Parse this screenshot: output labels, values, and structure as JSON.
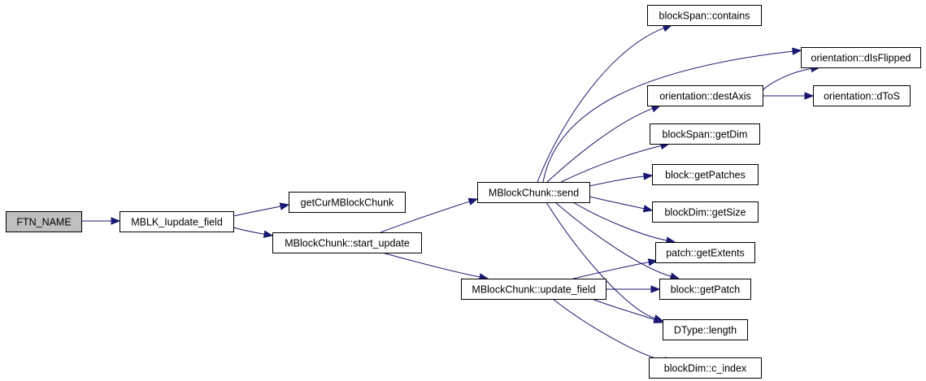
{
  "diagram": {
    "nodes": [
      {
        "id": "ftn_name",
        "label": "FTN_NAME",
        "highlight": true
      },
      {
        "id": "mblk_iupdate_field",
        "label": "MBLK_Iupdate_field"
      },
      {
        "id": "getcurmblockchunk",
        "label": "getCurMBlockChunk"
      },
      {
        "id": "start_update",
        "label": "MBlockChunk::start_update"
      },
      {
        "id": "send",
        "label": "MBlockChunk::send"
      },
      {
        "id": "update_field",
        "label": "MBlockChunk::update_field"
      },
      {
        "id": "contains",
        "label": "blockSpan::contains"
      },
      {
        "id": "dlsflipped",
        "label": "orientation::dIsFlipped"
      },
      {
        "id": "destaxis",
        "label": "orientation::destAxis"
      },
      {
        "id": "dtos",
        "label": "orientation::dToS"
      },
      {
        "id": "getdim",
        "label": "blockSpan::getDim"
      },
      {
        "id": "getpatches",
        "label": "block::getPatches"
      },
      {
        "id": "getsize",
        "label": "blockDim::getSize"
      },
      {
        "id": "getextents",
        "label": "patch::getExtents"
      },
      {
        "id": "getpatch",
        "label": "block::getPatch"
      },
      {
        "id": "length",
        "label": "DType::length"
      },
      {
        "id": "c_index",
        "label": "blockDim::c_index"
      }
    ],
    "edges": [
      {
        "from": "ftn_name",
        "to": "mblk_iupdate_field"
      },
      {
        "from": "mblk_iupdate_field",
        "to": "getcurmblockchunk"
      },
      {
        "from": "mblk_iupdate_field",
        "to": "start_update"
      },
      {
        "from": "start_update",
        "to": "send"
      },
      {
        "from": "start_update",
        "to": "update_field"
      },
      {
        "from": "send",
        "to": "contains"
      },
      {
        "from": "send",
        "to": "dlsflipped"
      },
      {
        "from": "send",
        "to": "destaxis"
      },
      {
        "from": "send",
        "to": "getdim"
      },
      {
        "from": "send",
        "to": "getpatches"
      },
      {
        "from": "send",
        "to": "getsize"
      },
      {
        "from": "send",
        "to": "getextents"
      },
      {
        "from": "send",
        "to": "getpatch"
      },
      {
        "from": "send",
        "to": "length"
      },
      {
        "from": "destaxis",
        "to": "dlsflipped"
      },
      {
        "from": "destaxis",
        "to": "dtos"
      },
      {
        "from": "update_field",
        "to": "getextents"
      },
      {
        "from": "update_field",
        "to": "getpatch"
      },
      {
        "from": "update_field",
        "to": "length"
      },
      {
        "from": "update_field",
        "to": "c_index"
      }
    ]
  },
  "colors": {
    "edge": "#191970",
    "node_fill": "#ffffff",
    "highlight_fill": "#bfbfbf",
    "border": "#000000"
  }
}
